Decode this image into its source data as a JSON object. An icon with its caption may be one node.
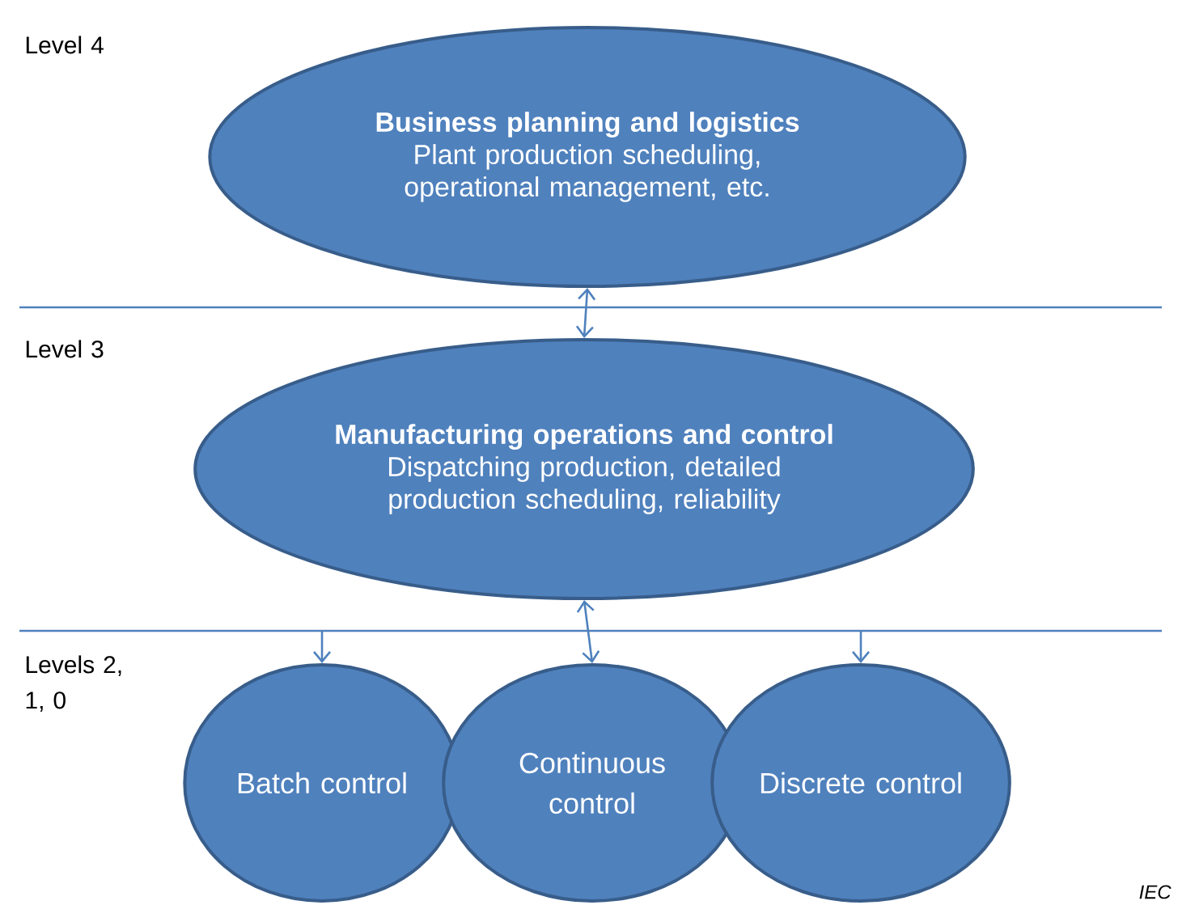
{
  "diagram": {
    "nodes": [
      {
        "text": [
          "Business planning and logistics",
          "Plant production scheduling, operational management, etc."
        ]
      },
      {
        "text": [
          "Manufacturing operations and control",
          "Dispatching production, detailed production scheduling, reliability"
        ]
      },
      {
        "text": [
          "Batch control"
        ]
      },
      {
        "text": [
          "Continuous control"
        ]
      },
      {
        "text": [
          "Discrete control"
        ]
      }
    ],
    "edges": [
      {
        "from": 0,
        "to": 1,
        "arrow": "both"
      },
      {
        "from": null,
        "to": 2,
        "arrow": "to"
      },
      {
        "from": 1,
        "to": 3,
        "arrow": "both"
      },
      {
        "from": null,
        "to": 4,
        "arrow": "to"
      }
    ],
    "labels": [
      "Level 4",
      "Level 3",
      "Levels 2, 1, 0",
      "IEC"
    ]
  }
}
